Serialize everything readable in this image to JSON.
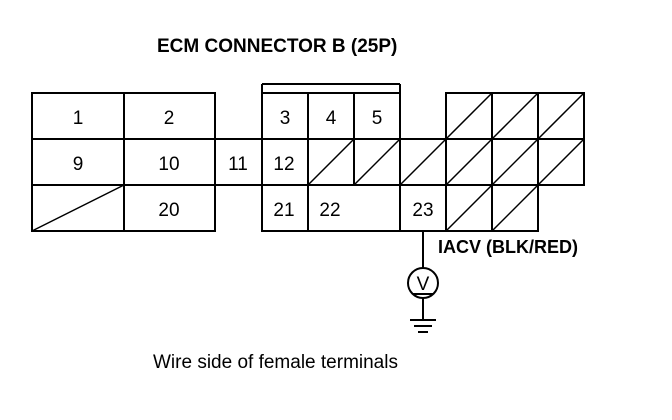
{
  "title": "ECM CONNECTOR B (25P)",
  "wire": {
    "label": "IACV (BLK/RED)",
    "terminal": "23",
    "meter_symbol": "V"
  },
  "caption": "Wire side of female terminals",
  "terminals": {
    "t1": "1",
    "t2": "2",
    "t3": "3",
    "t4": "4",
    "t5": "5",
    "t9": "9",
    "t10": "10",
    "t11": "11",
    "t12": "12",
    "t20": "20",
    "t21": "21",
    "t22": "22",
    "t23": "23"
  }
}
